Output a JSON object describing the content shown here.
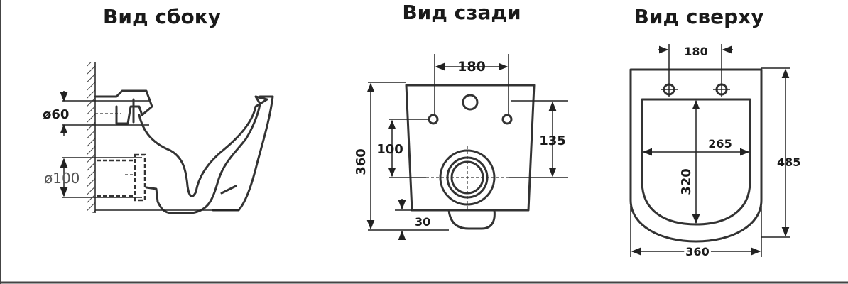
{
  "views": {
    "side": {
      "title": "Вид сбоку",
      "dims": {
        "inlet": "ø60",
        "outlet": "ø100"
      }
    },
    "back": {
      "title": "Вид сзади",
      "dims": {
        "width_bolts": "180",
        "height": "360",
        "mount_left": "100",
        "mount_right": "135",
        "bottom": "30"
      }
    },
    "top": {
      "title": "Вид сверху",
      "dims": {
        "width_bolts": "180",
        "inner_width": "265",
        "inner_length": "320",
        "length": "485",
        "width": "360"
      }
    }
  }
}
